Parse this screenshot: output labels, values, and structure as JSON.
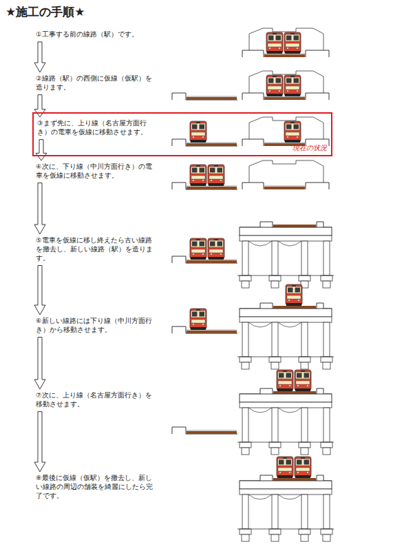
{
  "diagram": {
    "title": "★施工の手順★",
    "nodes": [
      {
        "text": [
          "①工事する前の線路（駅）です。"
        ]
      },
      {
        "text": [
          "②線路（駅）の西側に仮線（仮駅）を造ります。"
        ]
      },
      {
        "text": [
          "現在の状況"
        ]
      },
      {
        "text": [
          "③まず先に、上り線（名古屋方面行き）の電車を仮線に移動させます。"
        ],
        "in": 2
      },
      {
        "text": [
          "④次に、下り線（中川方面行き）の電車を仮線に移動させます。"
        ]
      },
      {
        "text": [
          "⑤電車を仮線に移し終えたら古い線路を撤去し、新しい線路（駅）を造ります。"
        ]
      },
      {
        "text": [
          "⑥新しい線路には下り線（中川方面行き）から移動させます。"
        ]
      },
      {
        "text": [
          "⑦次に、上り線（名古屋方面行き）を移動させます。"
        ]
      },
      {
        "text": [
          "⑧最後に仮線（仮駅）を撤去し、新しい線路の周辺の舗装を綺麗にしたら完了です。"
        ]
      }
    ],
    "edges": [
      {
        "from": 0,
        "to": 1,
        "arrow": "to"
      },
      {
        "from": 1,
        "to": 3,
        "arrow": "to"
      },
      {
        "from": 3,
        "to": 4,
        "arrow": "to"
      },
      {
        "from": 4,
        "to": 5,
        "arrow": "to"
      },
      {
        "from": 5,
        "to": 6,
        "arrow": "to"
      },
      {
        "from": 6,
        "to": 7,
        "arrow": "to"
      },
      {
        "from": 7,
        "to": 8,
        "arrow": "to"
      }
    ]
  }
}
